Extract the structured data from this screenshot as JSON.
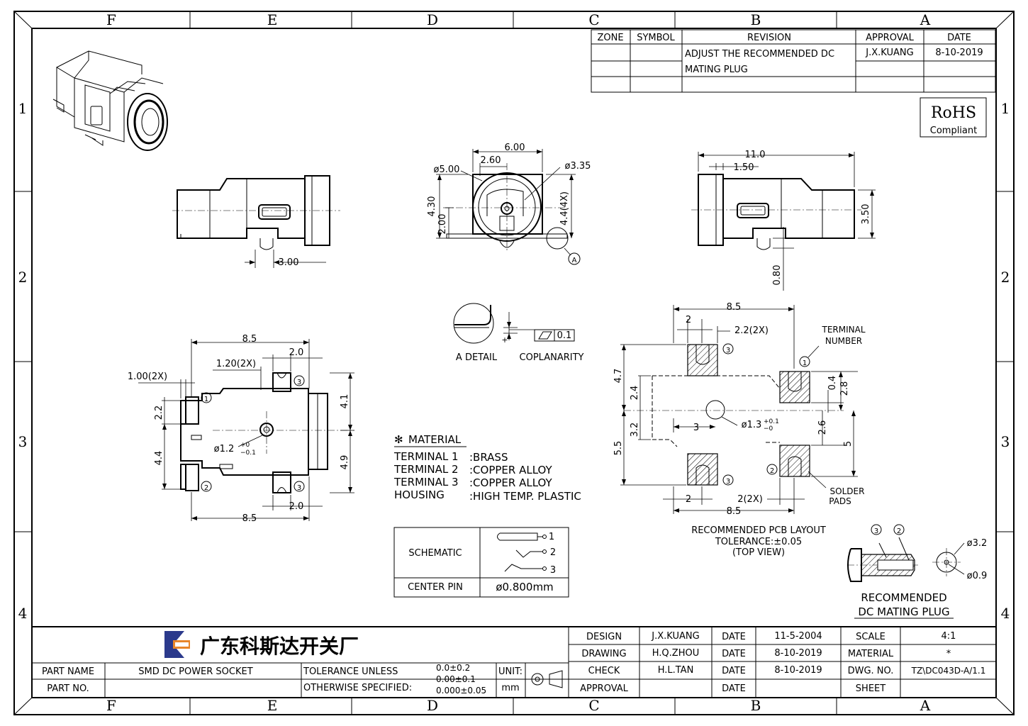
{
  "frame": {
    "cols_top": [
      "F",
      "E",
      "D",
      "C",
      "B",
      "A"
    ],
    "cols_bottom": [
      "F",
      "E",
      "D",
      "C",
      "B",
      "A"
    ],
    "rows_left": [
      "1",
      "2",
      "3",
      "4"
    ],
    "rows_right": [
      "1",
      "2",
      "3",
      "4"
    ]
  },
  "revision": {
    "headers": {
      "zone": "ZONE",
      "symbol": "SYMBOL",
      "revision": "REVISION",
      "approval": "APPROVAL",
      "date": "DATE"
    },
    "line1": "ADJUST THE RECOMMENDED DC",
    "line2": "MATING PLUG",
    "approval": "J.X.KUANG",
    "date": "8-10-2019"
  },
  "rohs": {
    "title": "RoHS",
    "subtitle": "Compliant"
  },
  "dims": {
    "front": {
      "w": "6.00",
      "d5": "ø5.00",
      "w260": "2.60",
      "d335": "ø3.35",
      "h430": "4.30",
      "h200": "2.00",
      "h44": "4.4(4X)",
      "detail": "A"
    },
    "side_left": {
      "w300": "3.00"
    },
    "side_right": {
      "w110": "11.0",
      "w150": "1.50",
      "h350": "3.50",
      "h080": "0.80"
    },
    "bottom": {
      "w85_top": "8.5",
      "w20_top": "2.0",
      "w120": "1.20(2X)",
      "w100": "1.00(2X)",
      "h22": "2.2",
      "h44": "4.4",
      "h41": "4.1",
      "h49": "4.9",
      "d12": "ø1.2",
      "d12_sup": "+0",
      "d12_sub": "−0.1",
      "w20_bot": "2.0",
      "w85_bot": "8.5",
      "n1": "1",
      "n2": "2",
      "n3a": "3",
      "n3b": "3"
    },
    "pcb": {
      "w85_top": "8.5",
      "w2_top": "2",
      "w22": "2.2(2X)",
      "terminal_l1": "TERMINAL",
      "terminal_l2": "NUMBER",
      "h47": "4.7",
      "h24": "2.4",
      "h32": "3.2",
      "h55": "5.5",
      "w3": "3",
      "d13": "ø1.3",
      "d13_sup": "+0.1",
      "d13_sub": "−0",
      "h04": "0.4",
      "h28": "2.8",
      "h26": "2.6",
      "h5": "5",
      "w2_bot": "2",
      "w22x": "2(2X)",
      "w85_bot": "8.5",
      "solder_l1": "SOLDER",
      "solder_l2": "PADS",
      "n1": "1",
      "n2": "2",
      "n3a": "3",
      "n3b": "3"
    }
  },
  "detail": {
    "a_detail": "A  DETAIL",
    "coplanarity": "COPLANARITY",
    "tol": "0.1"
  },
  "material": {
    "title": "MATERIAL",
    "rows": [
      {
        "k": "TERMINAL 1",
        "v": ":BRASS"
      },
      {
        "k": "TERMINAL 2",
        "v": ":COPPER ALLOY"
      },
      {
        "k": "TERMINAL 3",
        "v": ":COPPER ALLOY"
      },
      {
        "k": "HOUSING",
        "v": ":HIGH TEMP. PLASTIC"
      }
    ]
  },
  "schematic": {
    "label": "SCHEMATIC",
    "pins": [
      "1",
      "2",
      "3"
    ],
    "center_label": "CENTER PIN",
    "center_value": "ø0.800mm"
  },
  "pcb_caption": {
    "l1": "RECOMMENDED PCB LAYOUT",
    "l2": "TOLERANCE:±0.05",
    "l3": "(TOP VIEW)"
  },
  "plug": {
    "n3": "3",
    "n2": "2",
    "d32": "ø3.2",
    "d09": "ø0.9",
    "l1": "RECOMMENDED",
    "l2": "DC MATING PLUG"
  },
  "title_block": {
    "company": "广东科斯达开关厂",
    "part_name_label": "PART NAME",
    "part_name": "SMD DC POWER SOCKET",
    "part_no_label": "PART NO.",
    "part_no": "",
    "tol_l1": "TOLERANCE UNLESS",
    "tol_l2": "OTHERWISE SPECIFIED:",
    "tol_v1": "0.0±0.2",
    "tol_v2": "0.00±0.1",
    "tol_v3": "0.000±0.05",
    "unit_label": "UNIT:",
    "unit": "mm",
    "design_label": "DESIGN",
    "design_name": "J.X.KUANG",
    "design_date": "11-5-2004",
    "drawing_label": "DRAWING",
    "drawing_name": "H.Q.ZHOU",
    "drawing_date": "8-10-2019",
    "check_label": "CHECK",
    "check_name": "H.L.TAN",
    "check_date": "8-10-2019",
    "approval_label": "APPROVAL",
    "approval_name": "",
    "approval_date": "",
    "date_label": "DATE",
    "scale_label": "SCALE",
    "scale": "4:1",
    "material_label": "MATERIAL",
    "material": "*",
    "dwg_label": "DWG. NO.",
    "dwg": "TZ\\DC043D-A/1.1",
    "sheet_label": "SHEET",
    "sheet": ""
  },
  "colors": {
    "logo_blue": "#2b3a8c",
    "logo_orange": "#e8862a"
  }
}
